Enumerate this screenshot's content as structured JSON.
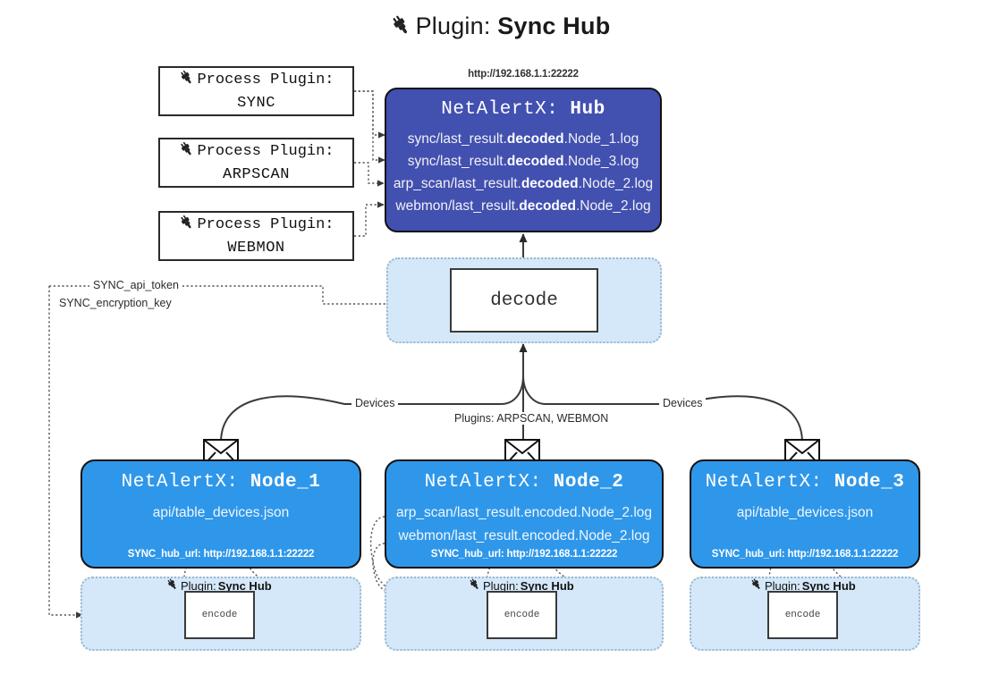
{
  "title": {
    "icon": "plug-icon",
    "prefix": "Plugin: ",
    "name": "Sync Hub"
  },
  "process_plugins": [
    {
      "icon": "plug-icon",
      "line1": "Process Plugin:",
      "line2": "SYNC"
    },
    {
      "icon": "plug-icon",
      "line1": "Process Plugin:",
      "line2": "ARPSCAN"
    },
    {
      "icon": "plug-icon",
      "line1": "Process Plugin:",
      "line2": "WEBMON"
    }
  ],
  "hub": {
    "url": "http://192.168.1.1:22222",
    "title_prefix": "NetAlertX: ",
    "title_name": "Hub",
    "logs": [
      {
        "pre": "sync/last_result.",
        "em": "decoded",
        "post": ".Node_1.log"
      },
      {
        "pre": "sync/last_result.",
        "em": "decoded",
        "post": ".Node_3.log"
      },
      {
        "pre": "arp_scan/last_result.",
        "em": "decoded",
        "post": ".Node_2.log"
      },
      {
        "pre": "webmon/last_result.",
        "em": "decoded",
        "post": ".Node_2.log"
      }
    ]
  },
  "decode": {
    "label": "decode"
  },
  "secrets": [
    {
      "label": "SYNC_api_token"
    },
    {
      "label": "SYNC_encryption_key"
    }
  ],
  "edge_labels": {
    "devices_left": "Devices",
    "devices_right": "Devices",
    "plugins_center": "Plugins: ARPSCAN, WEBMON"
  },
  "nodes": [
    {
      "icon": "envelope-icon",
      "title_prefix": "NetAlertX: ",
      "title_name": "Node_1",
      "lines": [
        "api/table_devices.json"
      ],
      "footer": "SYNC_hub_url: http://192.168.1.1:22222",
      "zone": {
        "caption_prefix": "Plugin: ",
        "caption_name": "Sync Hub",
        "box": "encode",
        "icon": "plug-icon"
      }
    },
    {
      "icon": "envelope-icon",
      "title_prefix": "NetAlertX: ",
      "title_name": "Node_2",
      "lines": [
        "arp_scan/last_result.encoded.Node_2.log",
        "webmon/last_result.encoded.Node_2.log"
      ],
      "footer": "SYNC_hub_url: http://192.168.1.1:22222",
      "zone": {
        "caption_prefix": "Plugin: ",
        "caption_name": "Sync Hub",
        "box": "encode",
        "icon": "plug-icon"
      }
    },
    {
      "icon": "envelope-icon",
      "title_prefix": "NetAlertX: ",
      "title_name": "Node_3",
      "lines": [
        "api/table_devices.json"
      ],
      "footer": "SYNC_hub_url: http://192.168.1.1:22222",
      "zone": {
        "caption_prefix": "Plugin: ",
        "caption_name": "Sync Hub",
        "box": "encode",
        "icon": "plug-icon"
      }
    }
  ],
  "colors": {
    "hub_fill": "#4250b0",
    "node_fill": "#2f97ea",
    "zone_fill": "#d5e8fa",
    "stroke": "#111111",
    "dotted": "#555555"
  }
}
